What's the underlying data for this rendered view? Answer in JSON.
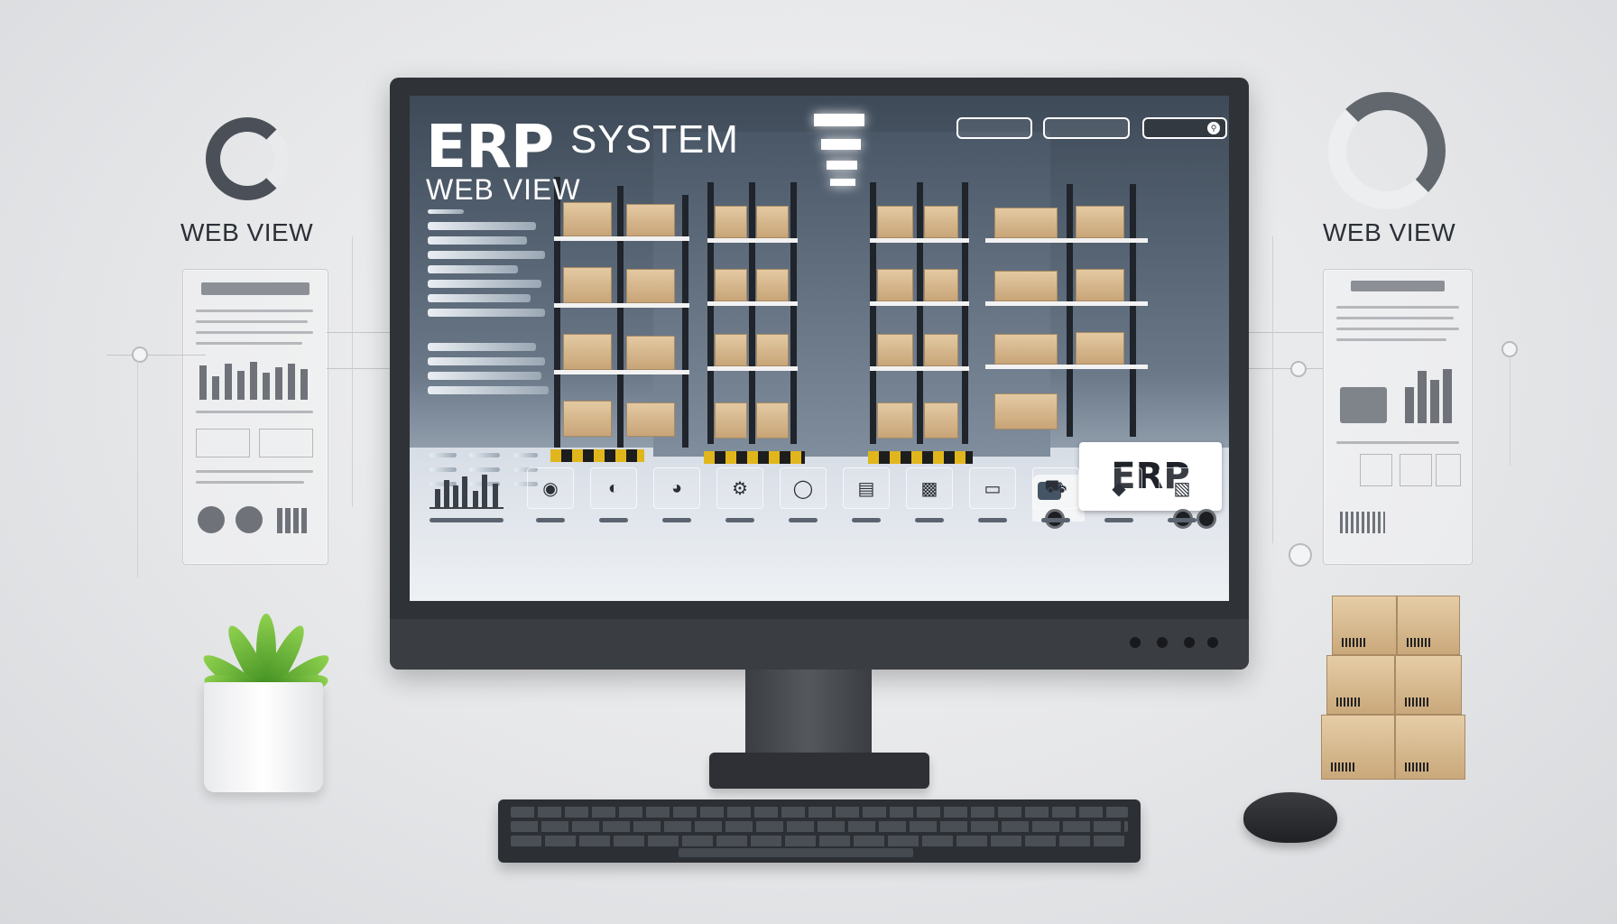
{
  "screen": {
    "title_main": "ERP",
    "title_secondary": "SYSTEM",
    "subtitle": "WEB VIEW",
    "top_buttons": [
      "",
      "",
      ""
    ],
    "truck_label": "ERP"
  },
  "left_panel": {
    "title": "WEB VIEW"
  },
  "right_panel": {
    "title": "WEB VIEW"
  },
  "icons": {
    "search": "search-icon",
    "chart": "chart-icon",
    "truck": "truck-icon"
  }
}
